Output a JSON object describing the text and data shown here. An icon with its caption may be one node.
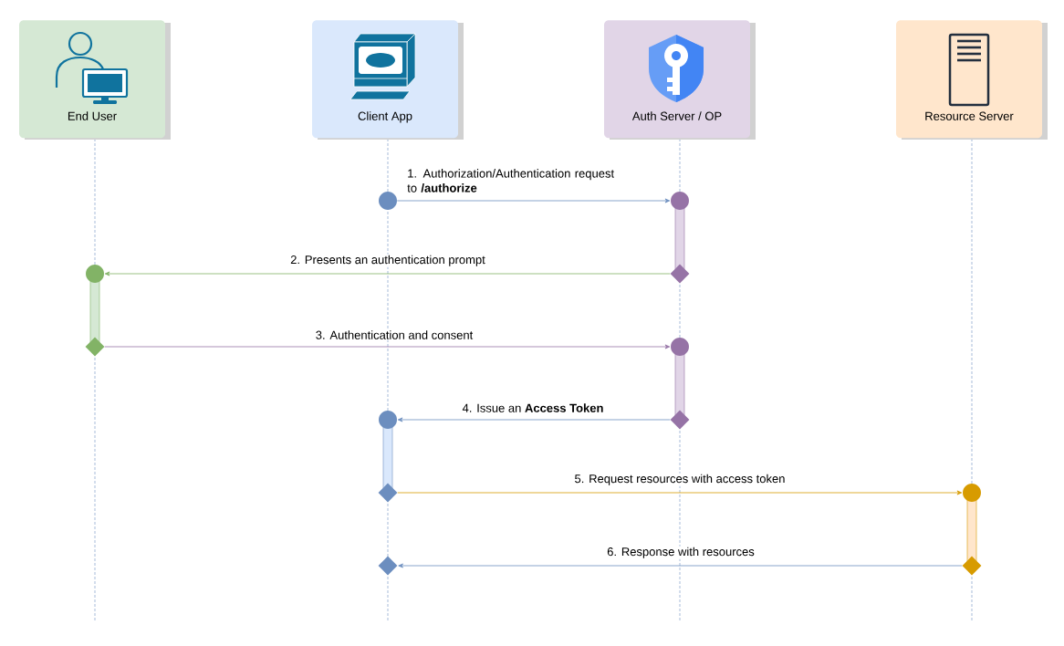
{
  "diagram": {
    "nodes": [
      {
        "text": [
          "End User"
        ]
      },
      {
        "text": [
          "Client App"
        ]
      },
      {
        "text": [
          "Auth Server / OP"
        ]
      },
      {
        "text": [
          "Resource Server"
        ]
      },
      {
        "text": [],
        "shape": "circle"
      },
      {
        "text": [],
        "shape": "circle"
      },
      {
        "text": [],
        "shape": "circle"
      },
      {
        "text": [],
        "shape": "diamond"
      },
      {
        "text": [],
        "shape": "diamond"
      },
      {
        "text": [],
        "shape": "circle"
      },
      {
        "text": [],
        "shape": "circle"
      },
      {
        "text": [],
        "shape": "diamond"
      },
      {
        "text": [],
        "shape": "diamond"
      },
      {
        "text": [],
        "shape": "circle"
      },
      {
        "text": [],
        "shape": "diamond"
      },
      {
        "text": [],
        "shape": "diamond"
      }
    ],
    "edges": [
      {
        "from": 4,
        "to": 5,
        "arrow": "to",
        "label": "1. Authorization/Authentication request to **/authorize**"
      },
      {
        "from": 7,
        "to": 6,
        "arrow": "to",
        "label": "2. Presents an authentication prompt",
        "color": "#82b366"
      },
      {
        "from": 8,
        "to": 9,
        "arrow": "to",
        "label": "3. Authentication and consent",
        "color": "#9673a6"
      },
      {
        "from": 11,
        "to": 10,
        "arrow": "to",
        "label": "4. Issue an **Access Token**"
      },
      {
        "from": 12,
        "to": 13,
        "arrow": "to",
        "label": "5. Request resources with access token",
        "color": "#d79b00"
      },
      {
        "from": 15,
        "to": 14,
        "arrow": "to",
        "label": "6. Response with resources"
      }
    ]
  }
}
